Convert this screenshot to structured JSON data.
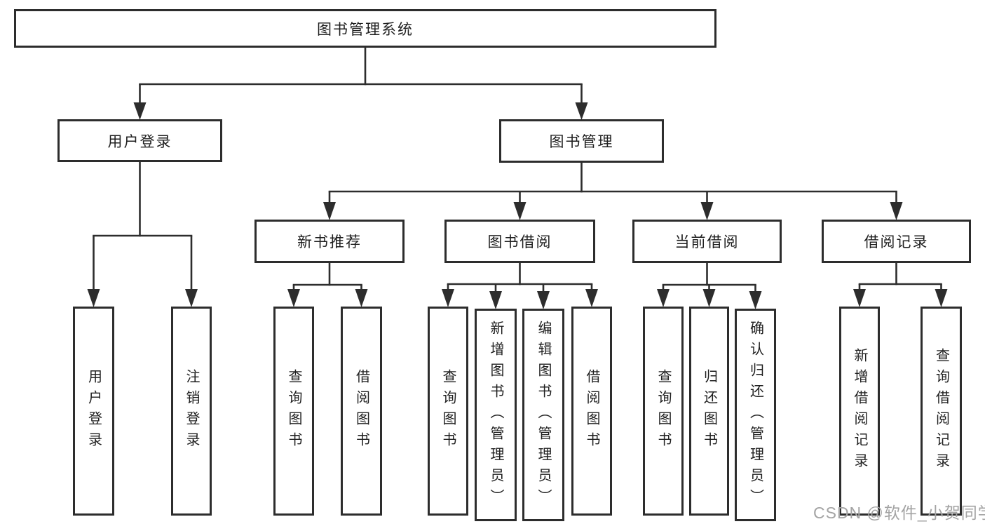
{
  "tree": {
    "root": {
      "label": "图书管理系统",
      "children": [
        {
          "label": "用户登录",
          "children": [
            {
              "label": "用户登录"
            },
            {
              "label": "注销登录"
            }
          ]
        },
        {
          "label": "图书管理",
          "children": [
            {
              "label": "新书推荐",
              "children": [
                {
                  "label": "查询图书"
                },
                {
                  "label": "借阅图书"
                }
              ]
            },
            {
              "label": "图书借阅",
              "children": [
                {
                  "label": "查询图书"
                },
                {
                  "label": "新增图书（管理员）"
                },
                {
                  "label": "编辑图书（管理员）"
                },
                {
                  "label": "借阅图书"
                }
              ]
            },
            {
              "label": "当前借阅",
              "children": [
                {
                  "label": "查询图书"
                },
                {
                  "label": "归还图书"
                },
                {
                  "label": "确认归还（管理员）"
                }
              ]
            },
            {
              "label": "借阅记录",
              "children": [
                {
                  "label": "新增借阅记录"
                },
                {
                  "label": "查询借阅记录"
                }
              ]
            }
          ]
        }
      ]
    }
  },
  "watermark": {
    "text": "CSDN @软件_小贺同学"
  },
  "colors": {
    "line": "#2d2d2d",
    "text": "#1f1f1f",
    "watermark": "#a3a3a3",
    "background": "#ffffff"
  }
}
